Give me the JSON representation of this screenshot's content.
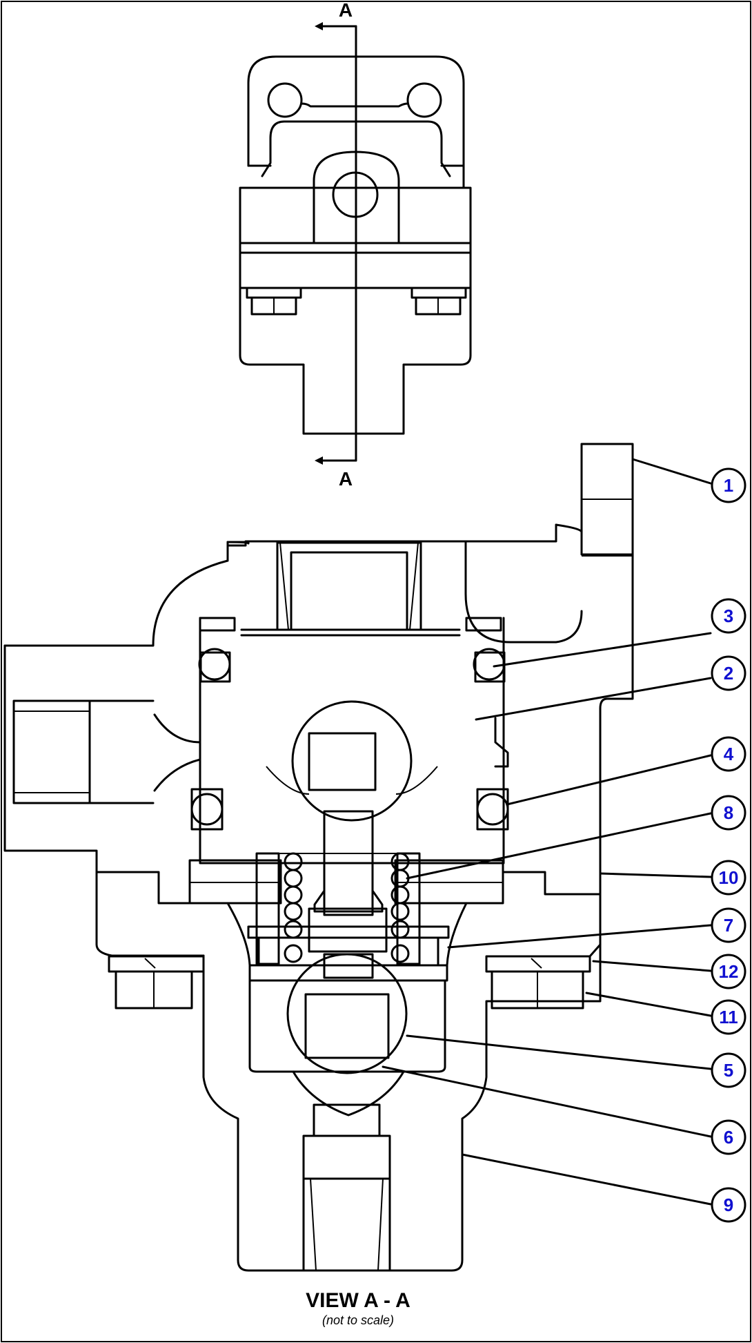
{
  "section_marker": {
    "top_letter": "A",
    "bottom_letter": "A"
  },
  "caption": {
    "title": "VIEW A - A",
    "note": "(not to scale)"
  },
  "callout_color": "#1010d0",
  "callouts": [
    {
      "id": "1",
      "label": "1"
    },
    {
      "id": "3",
      "label": "3"
    },
    {
      "id": "2",
      "label": "2"
    },
    {
      "id": "4",
      "label": "4"
    },
    {
      "id": "8",
      "label": "8"
    },
    {
      "id": "10",
      "label": "10"
    },
    {
      "id": "7",
      "label": "7"
    },
    {
      "id": "12",
      "label": "12"
    },
    {
      "id": "11",
      "label": "11"
    },
    {
      "id": "5",
      "label": "5"
    },
    {
      "id": "6",
      "label": "6"
    },
    {
      "id": "9",
      "label": "9"
    }
  ]
}
